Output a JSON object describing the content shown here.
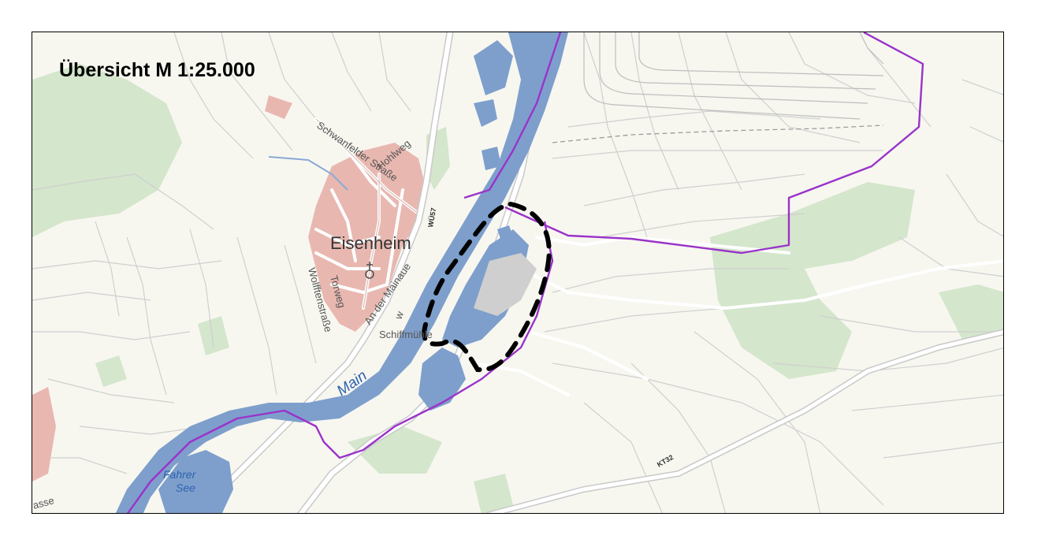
{
  "map": {
    "title": "Übersicht M 1:25.000",
    "colors": {
      "background": "#f7f7f0",
      "water": "#7e9fcc",
      "water_label": "#2e63b0",
      "forest": "#d4e6cc",
      "settlement": "#e8b8b0",
      "road_casing": "#c9c9c9",
      "boundary": "#9a33c9",
      "highlight_outline": "#000000"
    },
    "labels": {
      "town": "Eisenheim",
      "river": "Main",
      "lake": [
        "Fahrer",
        "See"
      ],
      "locality": "Schiffmühle",
      "streets": {
        "schwanfelder": "Schwanfelder Straße",
        "hohlweg": "Hohlweg",
        "mainaue": "An der Mainaue",
        "torweg": "Torweg",
        "wolfften": "Wolfftenstraße",
        "edge": "asse",
        "way": "w"
      },
      "roads": {
        "wu57": "WÜ57",
        "kt32": "KT32"
      }
    },
    "icons": {
      "church": "church-icon"
    }
  }
}
